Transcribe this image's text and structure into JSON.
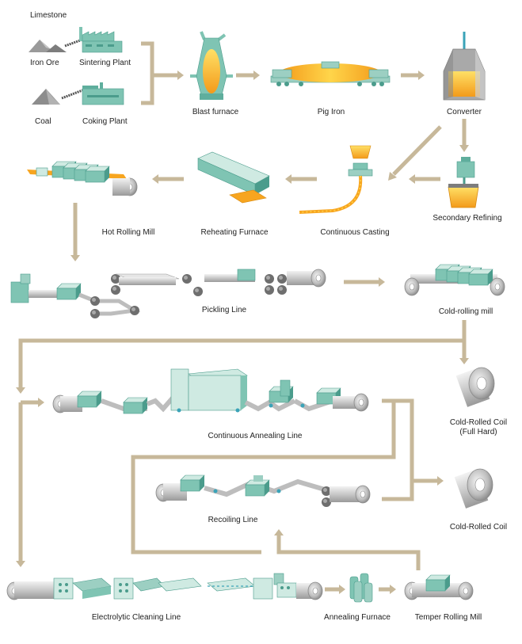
{
  "colors": {
    "flow_arrow": "#c7b89a",
    "teal": "#7fc4b3",
    "teal_dark": "#4b9c8c",
    "teal_light": "#cfeae2",
    "steel_light": "#e6e6e6",
    "steel_mid": "#b8b8b8",
    "steel_dark": "#7d7d7d",
    "roller": "#6d6d6d",
    "molten": "#f7a51f",
    "molten_light": "#ffd24a",
    "pile": "#9a9a9a",
    "text": "#222222"
  },
  "labels": {
    "limestone": "Limestone",
    "iron_ore": "Iron Ore",
    "sintering_plant": "Sintering Plant",
    "coal": "Coal",
    "coking_plant": "Coking Plant",
    "blast_furnace": "Blast furnace",
    "pig_iron": "Pig Iron",
    "converter": "Converter",
    "secondary_refining": "Secondary Refining",
    "continuous_casting": "Continuous Casting",
    "reheating_furnace": "Reheating Furnace",
    "hot_rolling_mill": "Hot Rolling Mill",
    "pickling_line": "Pickling Line",
    "cold_rolling_mill": "Cold-rolling mill",
    "cold_rolled_coil_full_hard_1": "Cold-Rolled Coil",
    "cold_rolled_coil_full_hard_2": "(Full Hard)",
    "continuous_annealing_line": "Continuous Annealing Line",
    "recoiling_line": "Recoiling Line",
    "cold_rolled_coil": "Cold-Rolled Coil",
    "electrolytic_cleaning_line": "Electrolytic Cleaning Line",
    "annealing_furnace": "Annealing Furnace",
    "temper_rolling_mill": "Temper Rolling Mill"
  }
}
